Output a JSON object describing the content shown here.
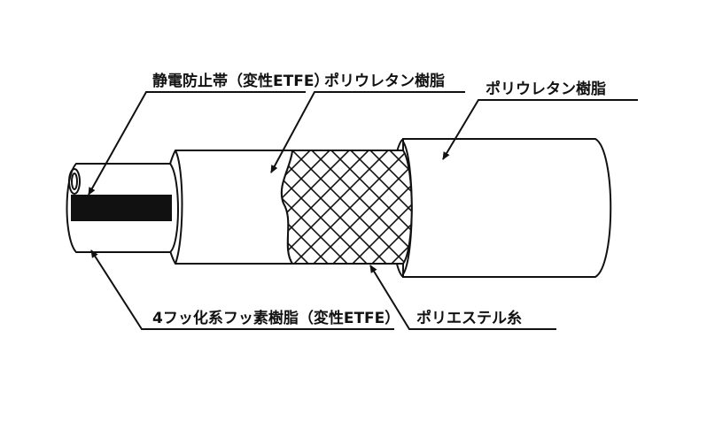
{
  "labels": {
    "antistatic_band": "静電防止帯（変性ETFE）",
    "polyurethane_inner": "ポリウレタン樹脂",
    "polyurethane_outer": "ポリウレタン樹脂",
    "fluororesin_tube": "4フッ化系フッ素樹脂（変性ETFE）",
    "polyester_yarn": "ポリエステル糸"
  },
  "colors": {
    "line": "#111111",
    "band": "#111111",
    "background": "#ffffff"
  }
}
